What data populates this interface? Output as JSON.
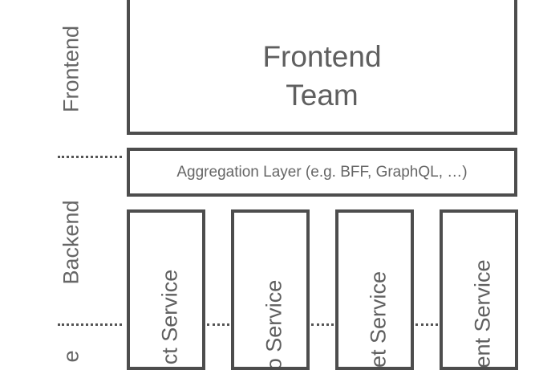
{
  "layers": {
    "frontend_label": "Frontend",
    "backend_label": "Backend",
    "bottom_label": "e"
  },
  "frontend_team": {
    "line1": "Frontend",
    "line2": "Team"
  },
  "aggregation_layer": "Aggregation Layer (e.g. BFF, GraphQL, …)",
  "services": [
    {
      "label": "ct Service"
    },
    {
      "label": "o Service"
    },
    {
      "label": "et Service"
    },
    {
      "label": "ent Service"
    }
  ]
}
